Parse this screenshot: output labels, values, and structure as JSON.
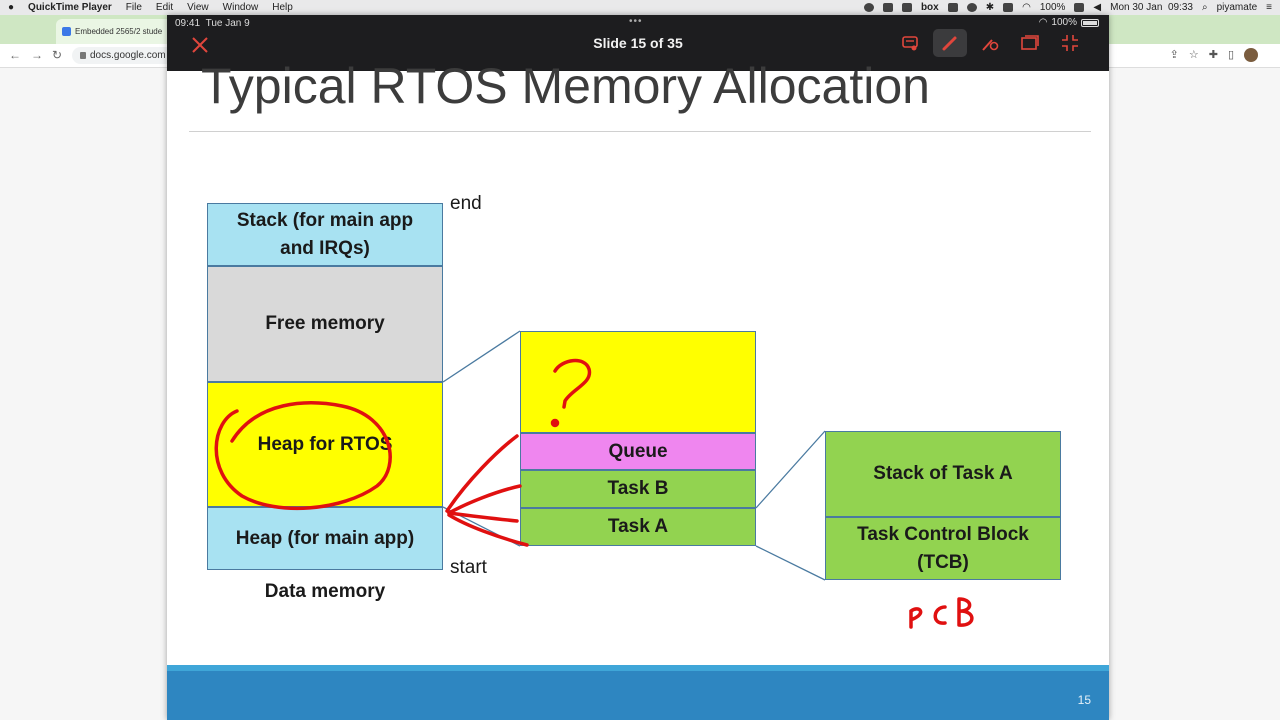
{
  "menubar": {
    "app_name": "QuickTime Player",
    "items": [
      "File",
      "Edit",
      "View",
      "Window",
      "Help"
    ],
    "battery": "100%",
    "datetime": "Mon 30 Jan  09:33",
    "user": "piyamate",
    "box_label": "box"
  },
  "browser": {
    "tab_title": "Embedded 2565/2 stude",
    "url": "docs.google.com"
  },
  "presenter": {
    "time": "09:41",
    "date": "Tue Jan 9",
    "battery": "100%",
    "title": "Slide 15 of 35"
  },
  "slide": {
    "title": "Typical RTOS Memory Allocation",
    "number": "15",
    "data_memory": {
      "stack": "Stack (for main app and IRQs)",
      "free": "Free memory",
      "heap_rtos": "Heap for RTOS",
      "heap_main": "Heap (for main app)",
      "caption": "Data memory",
      "end_label": "end",
      "start_label": "start"
    },
    "rtos_heap": {
      "queue": "Queue",
      "task_b": "Task B",
      "task_a": "Task A"
    },
    "task_detail": {
      "stack": "Stack of Task A",
      "tcb": "Task Control Block (TCB)"
    },
    "annotations": {
      "question": "?",
      "pcb": "PCB"
    }
  },
  "colors": {
    "cyan": "#a8e2f2",
    "gray": "#d9d9d9",
    "yellow": "#ffff00",
    "green": "#92d350",
    "pink": "#ef86ef",
    "ink": "#e01010",
    "footer": "#2e86c1"
  }
}
